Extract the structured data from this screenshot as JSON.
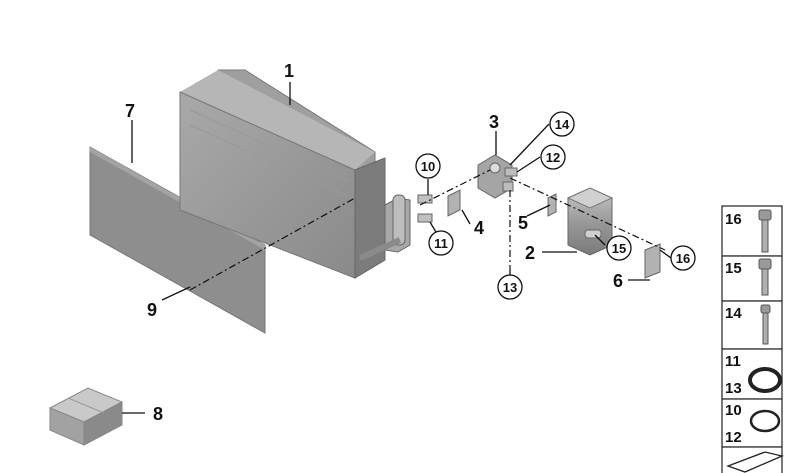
{
  "callouts": {
    "c1": "1",
    "c2": "2",
    "c3": "3",
    "c4": "4",
    "c5": "5",
    "c6": "6",
    "c7": "7",
    "c8": "8",
    "c9": "9",
    "c10": "10",
    "c11": "11",
    "c12": "12",
    "c13": "13",
    "c14": "14",
    "c15": "15",
    "c16": "16"
  },
  "sidebar": {
    "items": [
      {
        "labels": [
          "16"
        ],
        "icon": "socket-head-screw-long-icon"
      },
      {
        "labels": [
          "15"
        ],
        "icon": "socket-head-screw-medium-icon"
      },
      {
        "labels": [
          "14"
        ],
        "icon": "socket-head-screw-thin-icon"
      },
      {
        "labels": [
          "11",
          "13"
        ],
        "icon": "o-ring-thick-icon"
      },
      {
        "labels": [
          "10",
          "12"
        ],
        "icon": "o-ring-thin-icon"
      },
      {
        "labels": [],
        "icon": "wedge-shape-icon"
      }
    ]
  },
  "colors": {
    "part_gray": "#8c8c8c",
    "part_light": "#b4b4b4",
    "part_dark": "#6e6e6e",
    "line": "#111111"
  }
}
